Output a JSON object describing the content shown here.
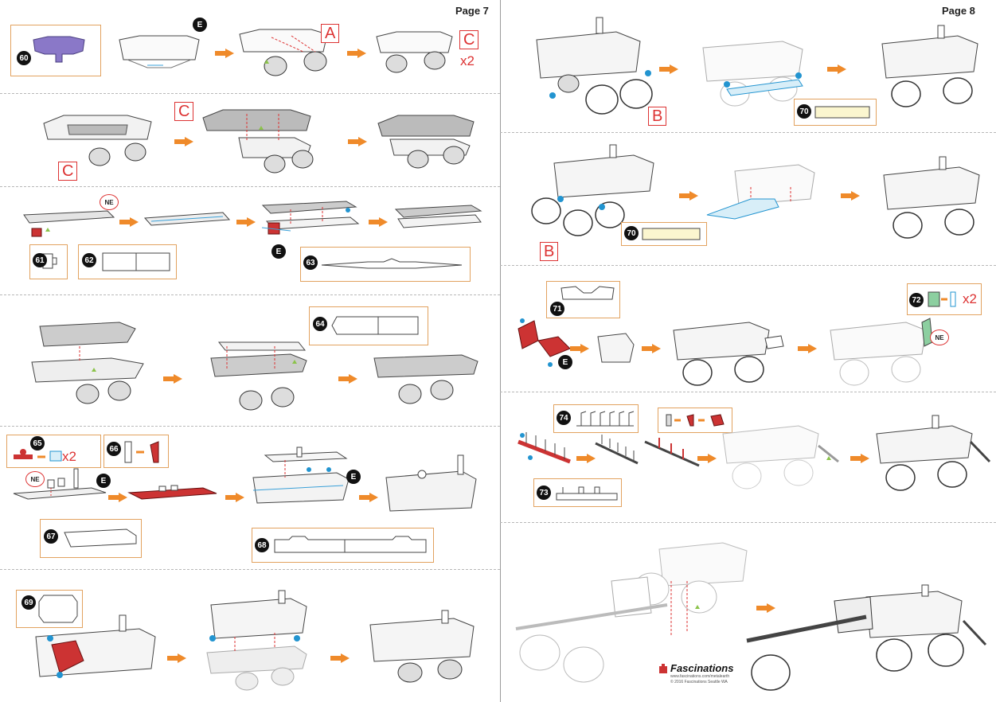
{
  "pages": {
    "left": {
      "label": "Page 7"
    },
    "right": {
      "label": "Page 8"
    }
  },
  "parts": {
    "p60": "60",
    "p61": "61",
    "p62": "62",
    "p63": "63",
    "p64": "64",
    "p65": "65",
    "p66": "66",
    "p67": "67",
    "p68": "68",
    "p69": "69",
    "p70a": "70",
    "p70b": "70",
    "p71": "71",
    "p72": "72",
    "p73": "73",
    "p74": "74"
  },
  "letters": {
    "A": "A",
    "C1": "C",
    "C2": "C",
    "C3": "C",
    "B1": "B",
    "B2": "B"
  },
  "multipliers": {
    "m1": "x2",
    "m2": "x2",
    "m3": "x2"
  },
  "badges": {
    "E": "E",
    "NE": "NE"
  },
  "logo": {
    "name": "Fascinations",
    "url": "www.fascinations.com/metalearth",
    "copyright": "© 2016 Fascinations Seattle WA"
  },
  "colors": {
    "accent_orange": "#ef8a2a",
    "callout_red": "#d33333",
    "box_border": "#e2a25f",
    "part_purple": "#8a78c8",
    "part_yellow": "#fbf6cf",
    "part_green": "#8ccfa0"
  }
}
